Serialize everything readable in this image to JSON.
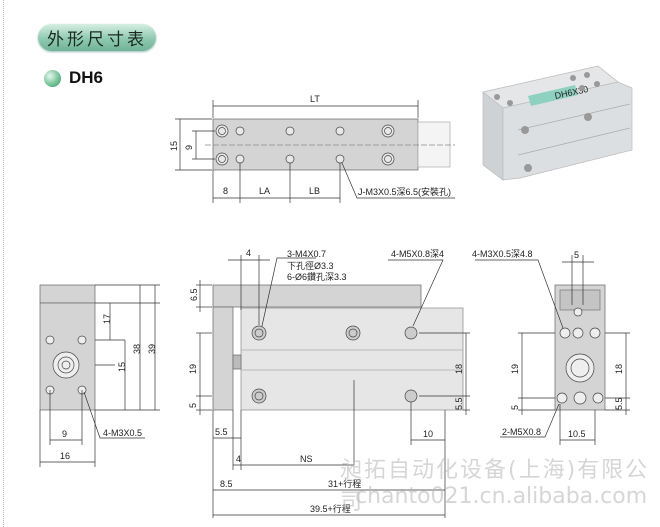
{
  "header": {
    "title": "外形尺寸表",
    "model": "DH6"
  },
  "top_view": {
    "lt": "LT",
    "h15": "15",
    "h9": "9",
    "d8": "8",
    "la": "LA",
    "lb": "LB",
    "note": "J-M3X0.5深6.5(安裝孔)"
  },
  "photo": {
    "label": "DH6X30"
  },
  "side_view": {
    "d17": "17",
    "d15": "15",
    "d38": "38",
    "d39": "39",
    "d9": "9",
    "d16": "16",
    "note": "4-M3X0.5"
  },
  "front_view": {
    "d4": "4",
    "note1": "3-M4X0.7",
    "note2": "下孔徑Ø3.3",
    "note3": "6-Ø6鑽孔深3.3",
    "note4": "4-M5X0.8深4",
    "d65": "6.5",
    "d19": "19",
    "d5": "5",
    "d18": "18",
    "d55": "5.5",
    "d55b": "5.5",
    "d10": "10",
    "d4b": "4",
    "ns": "NS",
    "d85": "8.5",
    "stroke1": "31+行程",
    "stroke2": "39.5+行程"
  },
  "right_view": {
    "note": "4-M3X0.5深4.8",
    "d5": "5",
    "d19": "19",
    "d5b": "5",
    "d18": "18",
    "d55": "5.5",
    "note2": "2-M5X0.8",
    "d105": "10.5"
  },
  "watermark": {
    "company": "昶拓自动化设备(上海)有限公司",
    "site": "chanto021.cn.alibaba.com"
  }
}
